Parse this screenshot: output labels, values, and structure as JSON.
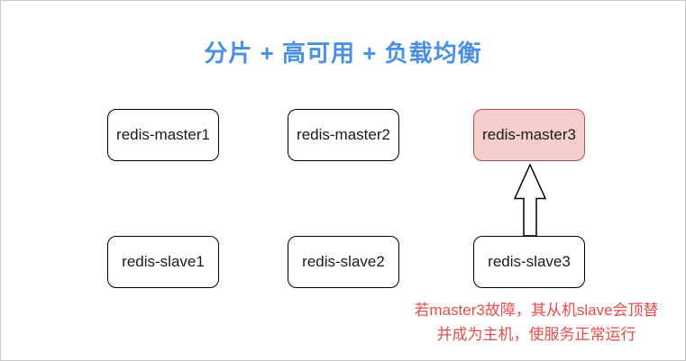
{
  "title": "分片 + 高可用 + 负载均衡",
  "nodes": [
    {
      "label": "redis-master1",
      "highlighted": false
    },
    {
      "label": "redis-master2",
      "highlighted": false
    },
    {
      "label": "redis-master3",
      "highlighted": true
    },
    {
      "label": "redis-slave1",
      "highlighted": false
    },
    {
      "label": "redis-slave2",
      "highlighted": false
    },
    {
      "label": "redis-slave3",
      "highlighted": false
    }
  ],
  "arrow": {
    "direction": "up",
    "from": "redis-slave3",
    "to": "redis-master3"
  },
  "annotation": {
    "line1": "若master3故障，其从机slave会顶替",
    "line2": "并成为主机，使服务正常运行"
  },
  "icons": {
    "failover_arrow": "block-arrow-up"
  },
  "colors": {
    "title_text": "#4a90e2",
    "node_fill": "#ffffff",
    "node_stroke": "#000000",
    "highlight_fill": "#f8cecc",
    "highlight_stroke": "#b85450",
    "annotation_text": "#e64c4c",
    "canvas_border": "#c8c8c8"
  }
}
